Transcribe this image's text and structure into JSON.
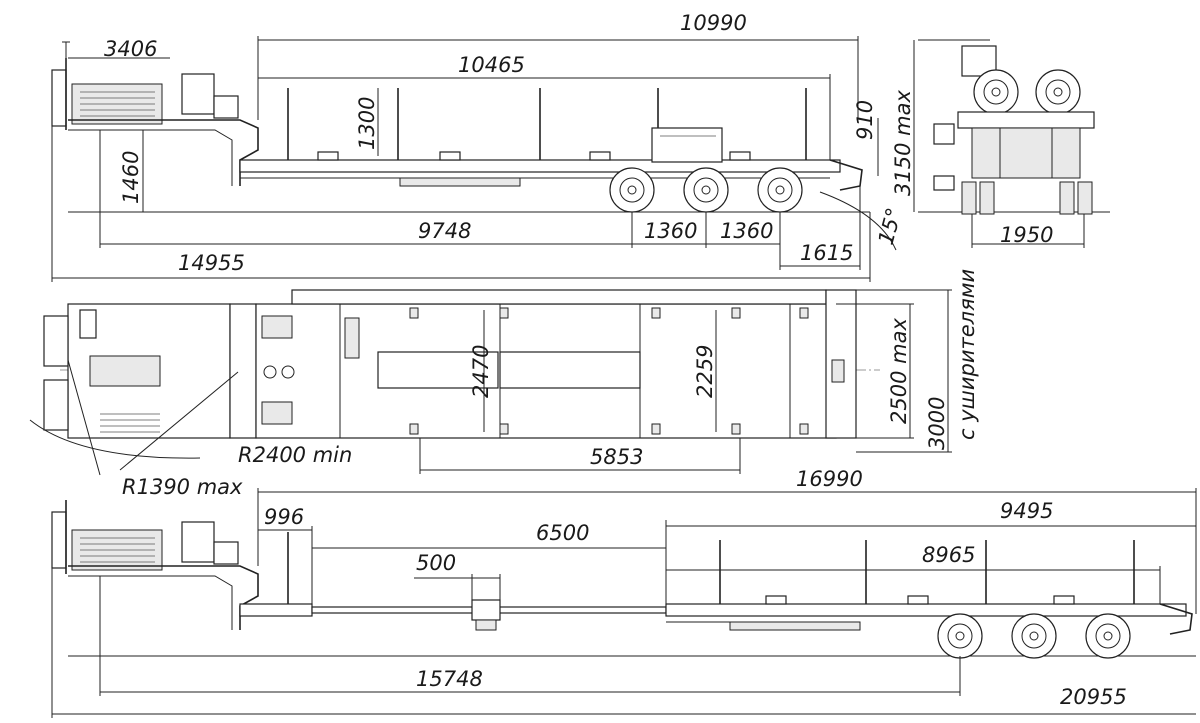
{
  "side_view": {
    "overall_length": "14955",
    "length_top": "10990",
    "platform_length": "10465",
    "front_overhang": "3406",
    "stake_height": "1300",
    "king_pin_height": "1460",
    "axle_spacing_1": "1360",
    "axle_spacing_2": "1360",
    "kingpin_to_axle": "9748",
    "rear_overhang": "1615",
    "ramp_angle": "15°",
    "rear_height": "910",
    "max_height": "3150 max"
  },
  "rear_view": {
    "track_width": "1950"
  },
  "plan_view": {
    "deck_width_front": "2470",
    "deck_width_rear": "2259",
    "width_max": "2500 max",
    "width_with_extensions": "3000",
    "width_note": "с уширителями",
    "turning_radius": "R2400 min",
    "swing_radius": "R1390 max",
    "pocket_spacing": "5853",
    "overall_length": "16990"
  },
  "extended_view": {
    "neck_offset": "996",
    "extension_length": "6500",
    "support_width": "500",
    "rear_section_length": "9495",
    "rear_platform_length": "8965",
    "kingpin_to_axle": "15748",
    "overall_length": "20955"
  }
}
